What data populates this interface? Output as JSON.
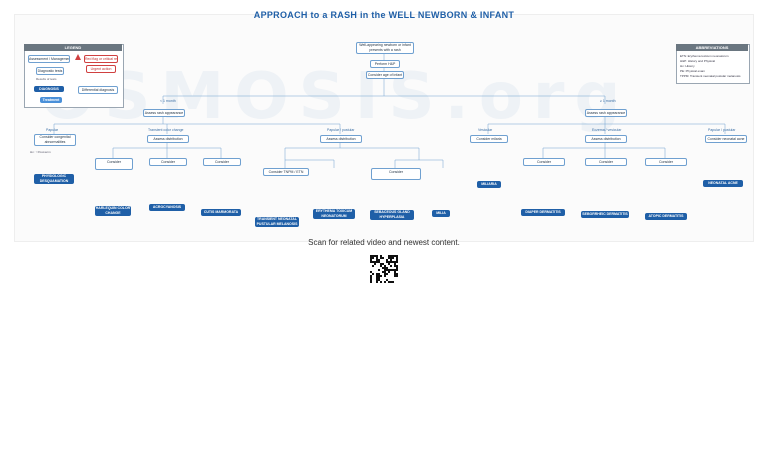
{
  "title": "APPROACH to a RASH in the WELL NEWBORN & INFANT",
  "caption": "Scan for related video and newest content.",
  "watermark": "OSMOSIS.org",
  "colors": {
    "accent": "#1f5fa7",
    "node_border": "#6fa0d0",
    "legend_header": "#6a7680"
  },
  "legend": {
    "heading": "LEGEND",
    "items": [
      "Assessment / Management",
      "Diagnostic tests",
      "Results of tests",
      "DIAGNOSIS",
      "Differential diagnosis",
      "Treatment",
      "Red flag or critical result",
      "Urgent action"
    ]
  },
  "abbreviations": {
    "heading": "ABBREVIATIONS",
    "lines": [
      "ETN: Erythema toxicum neonatorum",
      "H&P: History and Physical",
      "Hx: History",
      "PE: Physical exam",
      "TPPM: Transient neonatal pustular melanosis"
    ]
  },
  "flow": {
    "start": "Well-appearing newborn or infant presents with a rash",
    "hp": "Perform H&P",
    "age": "Consider age of infant",
    "branches": [
      {
        "label": "< 1 month",
        "node": "Assess rash appearance",
        "children": [
          {
            "label": "Papular",
            "node": "Consider congenital abnormalities",
            "dx": "PHYSIOLOGIC DESQUAMATION"
          },
          {
            "label": "Transient color change",
            "node": "Assess distribution",
            "dx": [
              "HARLEQUIN COLOR CHANGE",
              "ACROCYANOSIS",
              "CUTIS MARMORATA"
            ]
          },
          {
            "label": "Papular / pustular",
            "node": "Assess distribution",
            "dx": [
              "TRANSIENT NEONATAL PUSTULAR MELANOSIS",
              "ERYTHEMA TOXICUM NEONATORUM",
              "SEBACEOUS GLAND HYPERPLASIA",
              "MILIA"
            ]
          }
        ]
      },
      {
        "label": "≥ 1 month",
        "node": "Assess rash appearance",
        "children": [
          {
            "label": "Vesicular",
            "node": "Consider milaria",
            "dx": "MILIARIA"
          },
          {
            "label": "Eczema / vesicular",
            "node": "Assess distribution",
            "dx": [
              "DIAPER DERMATITIS",
              "SEBORRHEIC DERMATITIS",
              "ATOPIC DERMATITIS"
            ]
          },
          {
            "label": "Papular / pustular",
            "node": "Consider neonatal acne",
            "dx": "NEONATAL ACNE"
          }
        ]
      }
    ]
  }
}
